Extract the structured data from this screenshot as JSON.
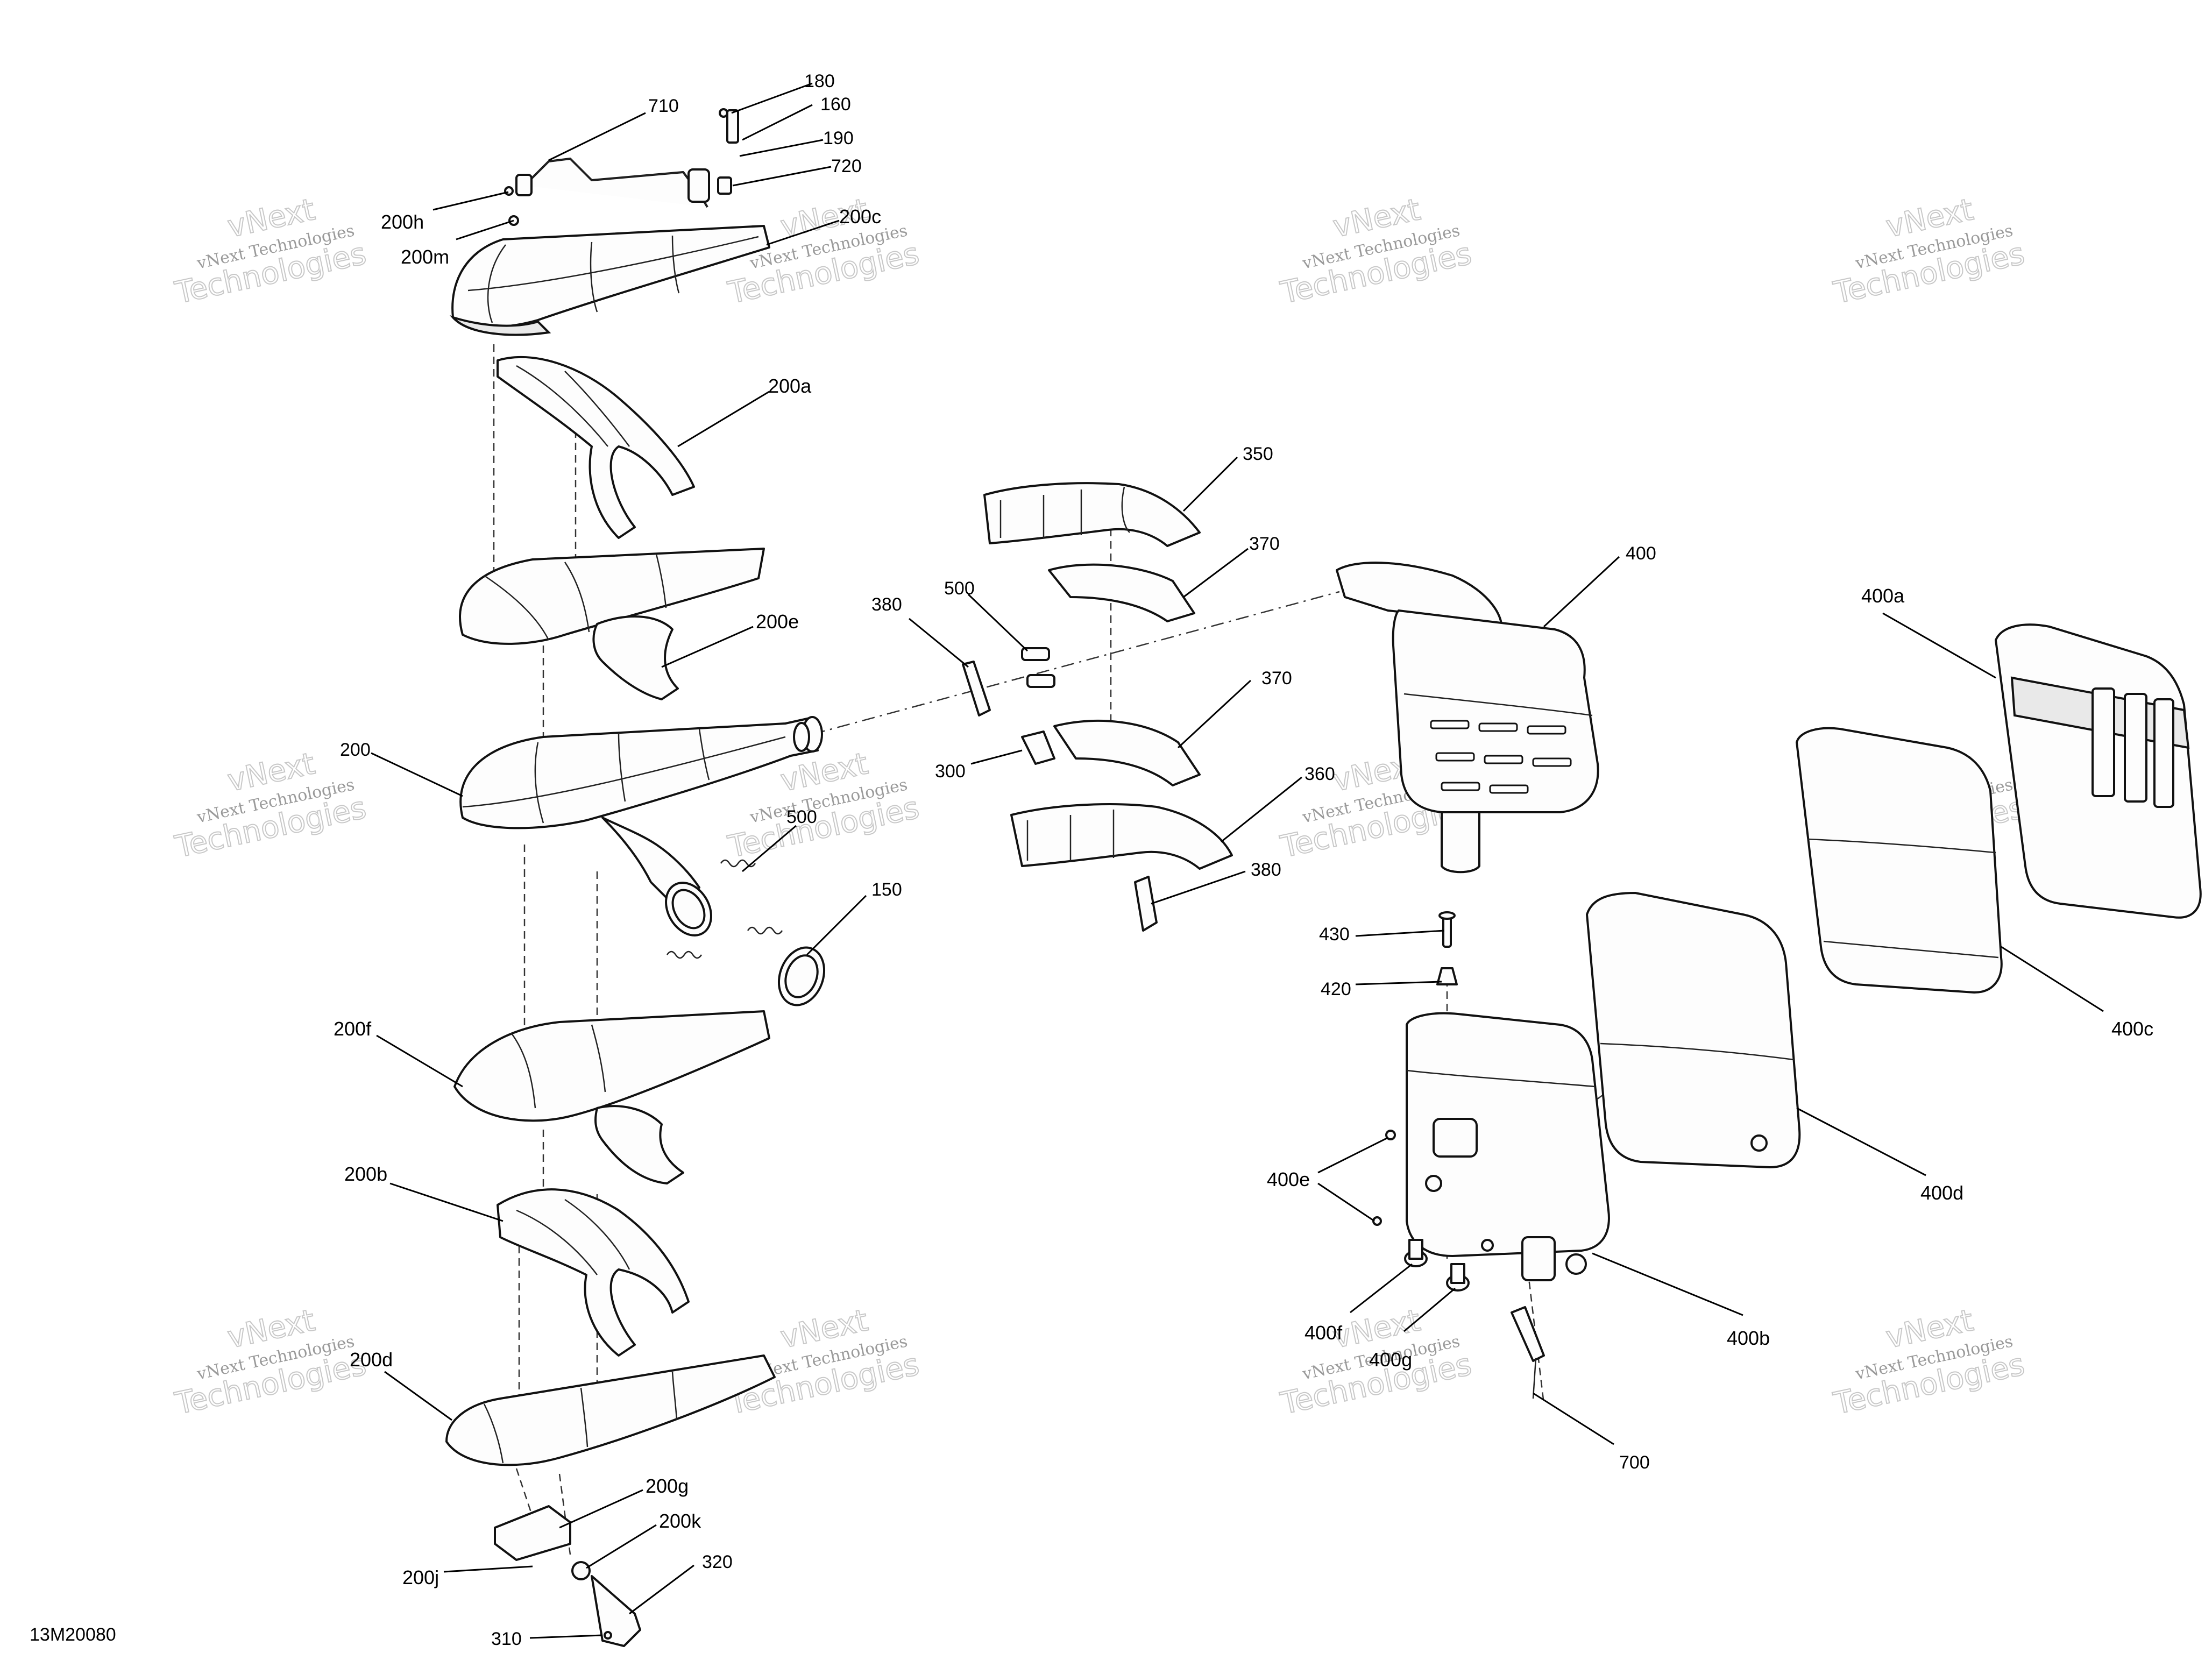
{
  "diagram_code": "13M20080",
  "watermark": {
    "line1": "vNext",
    "line2": "vNext Technologies",
    "line3": "Technologies"
  },
  "callouts": {
    "c710": "710",
    "c180": "180",
    "c160": "160",
    "c190": "190",
    "c720": "720",
    "c200h": "200h",
    "c200m": "200m",
    "c200c": "200c",
    "c200a": "200a",
    "c350": "350",
    "c370a": "370",
    "c400": "400",
    "c400a": "400a",
    "c380a": "380",
    "c500a": "500",
    "c200e": "200e",
    "c370b": "370",
    "c200": "200",
    "c300": "300",
    "c360": "360",
    "c500b": "500",
    "c150": "150",
    "c380b": "380",
    "c430": "430",
    "c420": "420",
    "c200f": "200f",
    "c400c": "400c",
    "c400e": "400e",
    "c400d": "400d",
    "c200b": "200b",
    "c400f": "400f",
    "c400g": "400g",
    "c400b": "400b",
    "c200d": "200d",
    "c700": "700",
    "c200g": "200g",
    "c200k": "200k",
    "c320": "320",
    "c200j": "200j",
    "c310": "310"
  }
}
